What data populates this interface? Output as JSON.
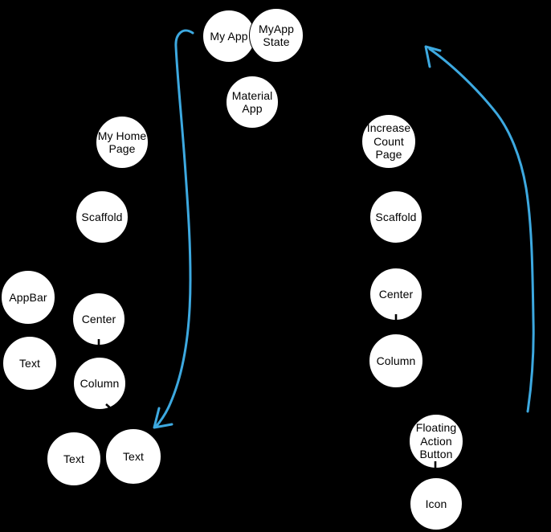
{
  "diagram": {
    "title": "widget-tree-diagram",
    "colors": {
      "background": "#000000",
      "node_fill": "#ffffff",
      "node_text": "#000000",
      "arrow_blue": "#3da9e0"
    }
  },
  "nodes": [
    {
      "id": "my-app",
      "label": "My App"
    },
    {
      "id": "myapp-state",
      "label": "MyApp\nState"
    },
    {
      "id": "material-app",
      "label": "Material\nApp"
    },
    {
      "id": "my-home-page",
      "label": "My Home\nPage"
    },
    {
      "id": "scaffold-left",
      "label": "Scaffold"
    },
    {
      "id": "appbar",
      "label": "AppBar"
    },
    {
      "id": "appbar-text",
      "label": "Text"
    },
    {
      "id": "center-left",
      "label": "Center"
    },
    {
      "id": "column-left",
      "label": "Column"
    },
    {
      "id": "column-text-1",
      "label": "Text"
    },
    {
      "id": "column-text-2",
      "label": "Text"
    },
    {
      "id": "increase-count-page",
      "label": "Increase\nCount\nPage"
    },
    {
      "id": "scaffold-right",
      "label": "Scaffold"
    },
    {
      "id": "center-right",
      "label": "Center"
    },
    {
      "id": "column-right",
      "label": "Column"
    },
    {
      "id": "floating-action-button",
      "label": "Floating\nAction\nButton"
    },
    {
      "id": "icon",
      "label": "Icon"
    }
  ],
  "arrows": [
    {
      "id": "left-arrow",
      "color": "#3da9e0",
      "description": "curved arrow pointing down to Text leaf node"
    },
    {
      "id": "right-arrow",
      "color": "#3da9e0",
      "description": "curved arrow pointing up toward MyApp State"
    }
  ]
}
